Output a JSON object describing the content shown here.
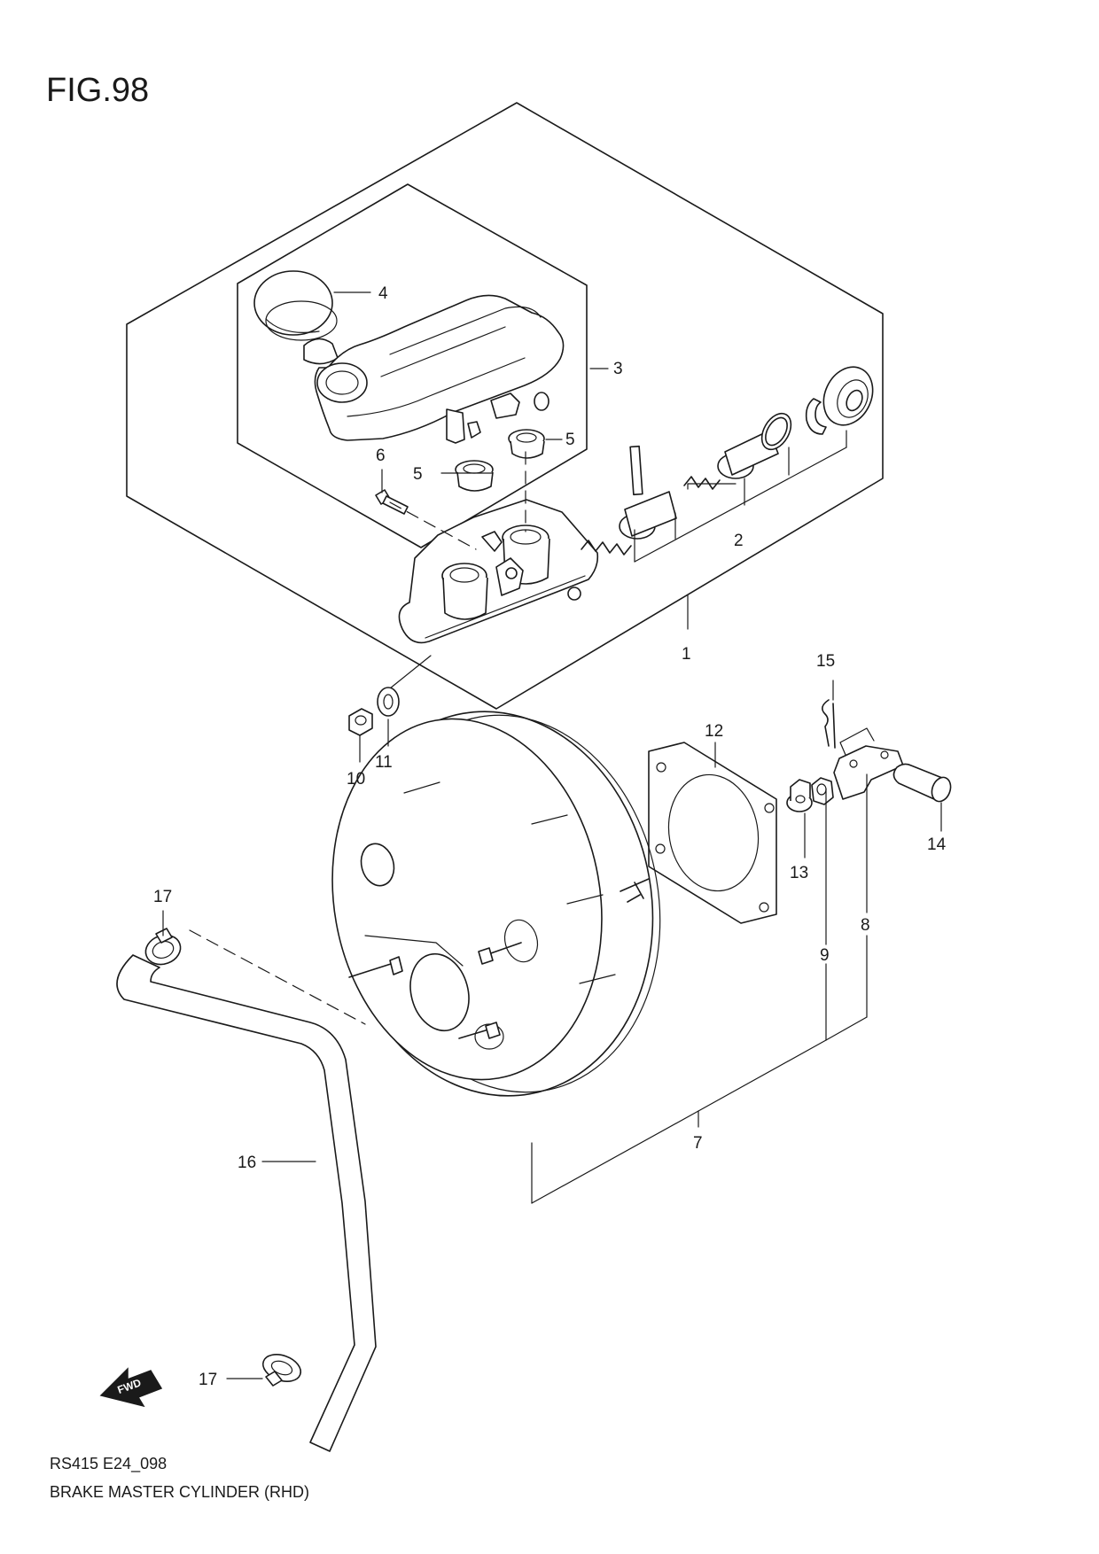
{
  "figure": {
    "title": "FIG.98"
  },
  "footer": {
    "code": "RS415 E24_098",
    "caption": "BRAKE MASTER CYLINDER (RHD)"
  },
  "arrow": {
    "label": "FWD"
  },
  "callouts": {
    "c1": "1",
    "c2": "2",
    "c3": "3",
    "c4": "4",
    "c5a": "5",
    "c5b": "5",
    "c6": "6",
    "c7": "7",
    "c8": "8",
    "c9": "9",
    "c10": "10",
    "c11": "11",
    "c12": "12",
    "c13": "13",
    "c14": "14",
    "c15": "15",
    "c16": "16",
    "c17a": "17",
    "c17b": "17"
  }
}
